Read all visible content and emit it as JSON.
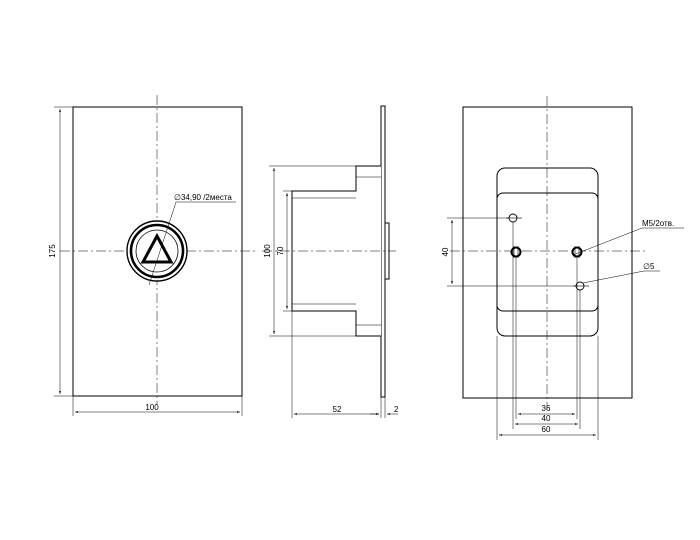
{
  "front_view": {
    "plate_height": "175",
    "plate_width": "100",
    "button_callout": "∅34,90 /2места"
  },
  "side_view": {
    "body_height": "100",
    "inner_height": "70",
    "depth": "52",
    "plate_thickness": "2"
  },
  "back_view": {
    "hole_spacing_vertical": "40",
    "hole_spacing_36": "36",
    "hole_spacing_40": "40",
    "body_width": "60",
    "thread_callout": "M5/2отв.",
    "hole_callout": "∅5"
  }
}
